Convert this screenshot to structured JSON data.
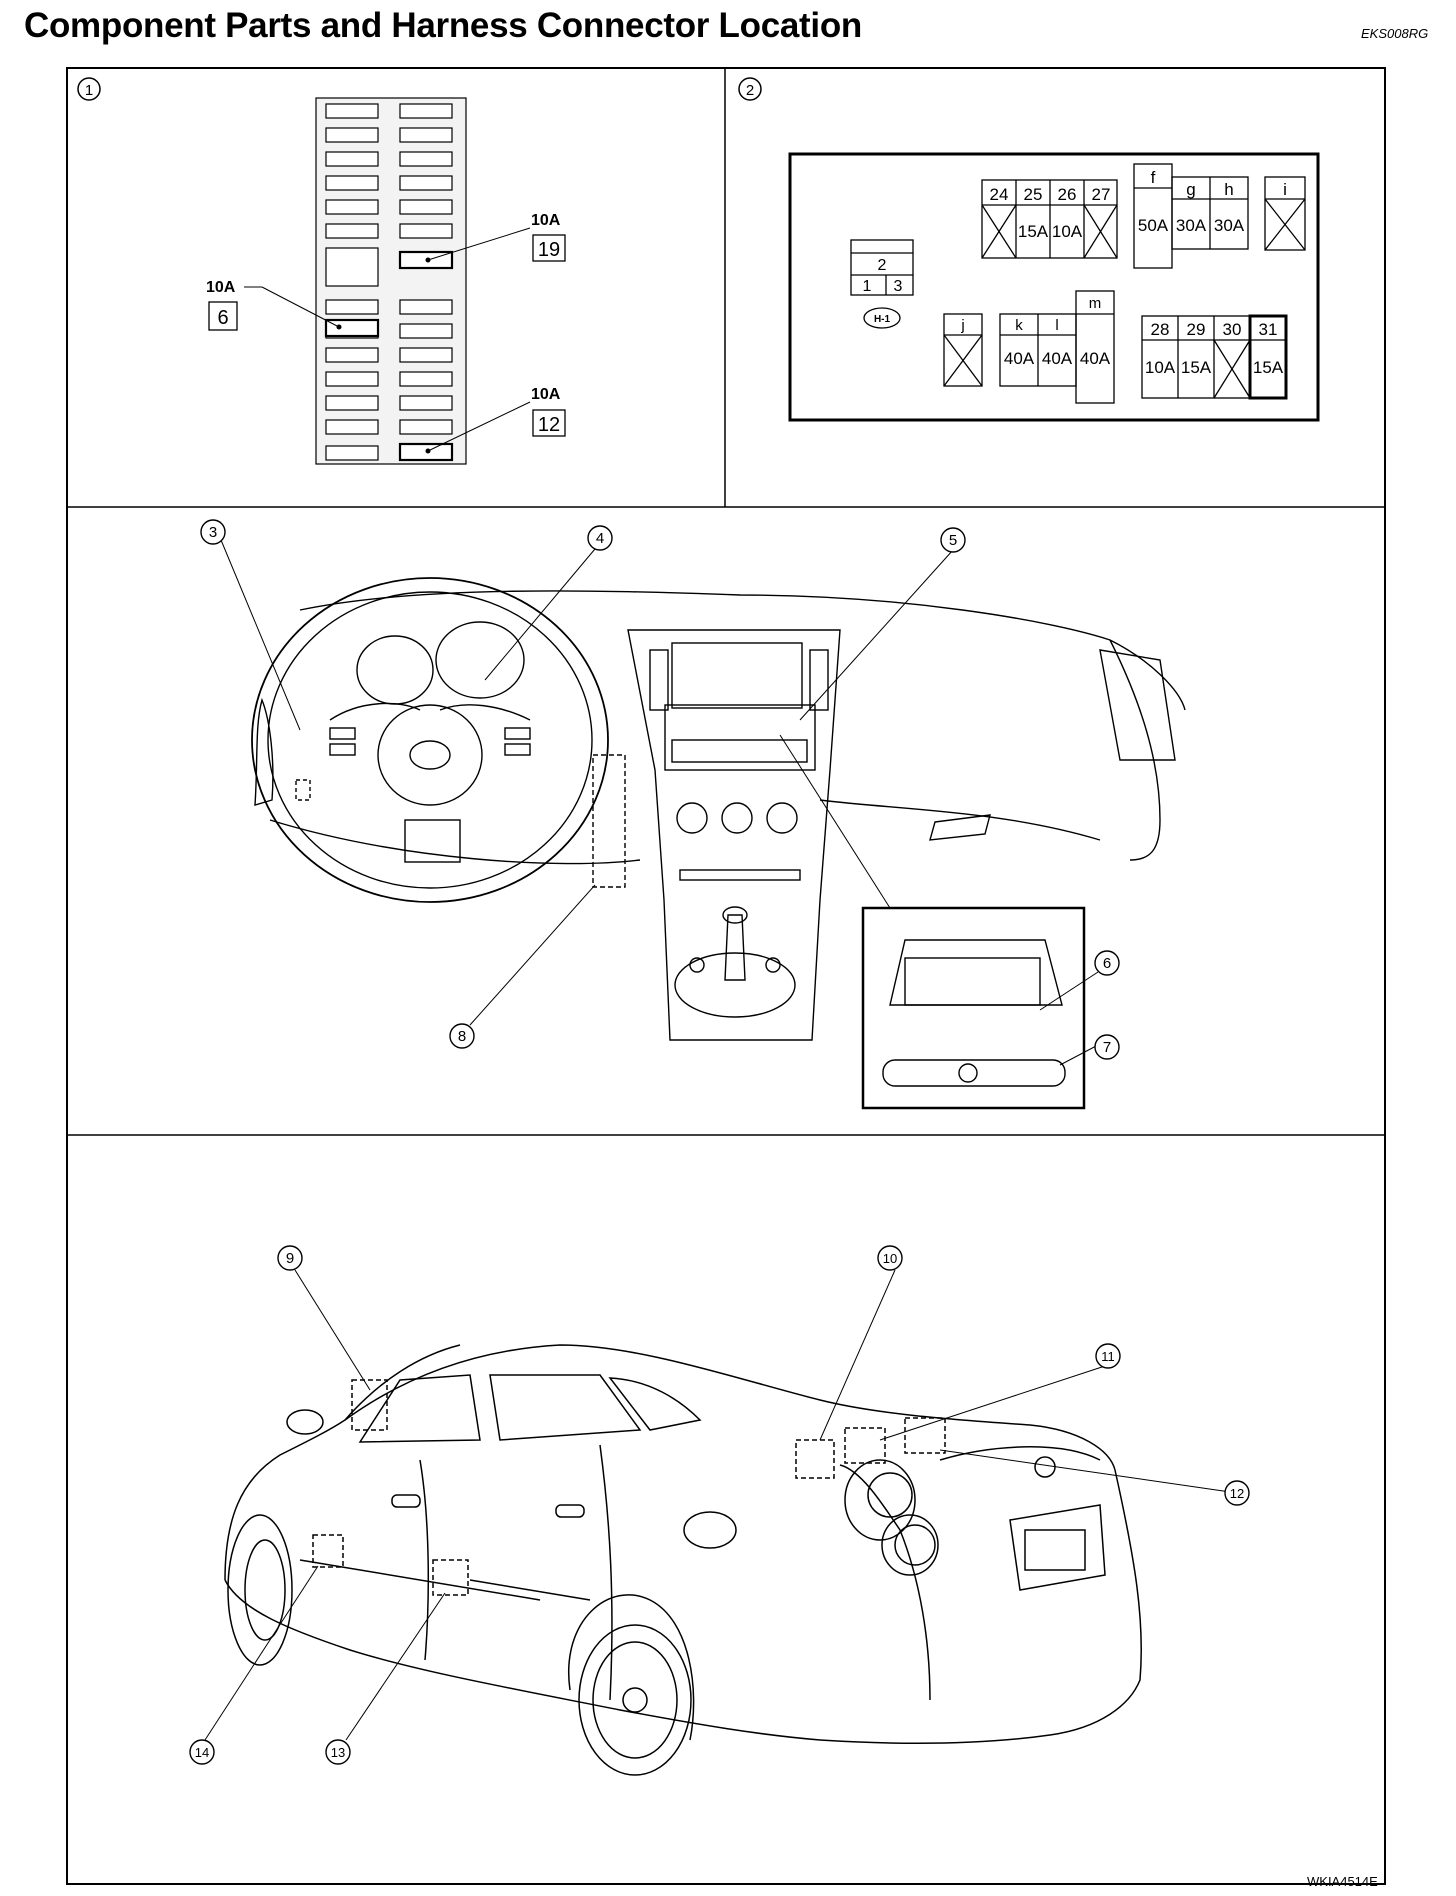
{
  "page": {
    "title": "Component Parts and Harness Connector Location",
    "doc_code": "EKS008RG",
    "figure_code": "WKIA4514E"
  },
  "panel1": {
    "number": "1",
    "callouts": [
      {
        "amp": "10A",
        "fuse": "19"
      },
      {
        "amp": "10A",
        "fuse": "6"
      },
      {
        "amp": "10A",
        "fuse": "12"
      }
    ]
  },
  "panel2": {
    "number": "2",
    "relay": {
      "top": "2",
      "left": "1",
      "right": "3",
      "connector": "H-1"
    },
    "fuse_group_a": {
      "numbers": [
        "24",
        "25",
        "26",
        "27"
      ],
      "ratings": [
        "",
        "15A",
        "10A",
        ""
      ]
    },
    "fuse_group_fgh": {
      "letters": [
        "f",
        "g",
        "h"
      ],
      "ratings": [
        "50A",
        "30A",
        "30A"
      ]
    },
    "fuse_i": {
      "letter": "i"
    },
    "fuse_j": {
      "letter": "j"
    },
    "fuse_group_klm": {
      "letters": [
        "k",
        "l",
        "m"
      ],
      "ratings": [
        "40A",
        "40A",
        "40A"
      ]
    },
    "fuse_group_b": {
      "numbers": [
        "28",
        "29",
        "30",
        "31"
      ],
      "ratings": [
        "10A",
        "15A",
        "",
        "15A"
      ]
    }
  },
  "panel3": {
    "callouts": [
      "3",
      "4",
      "5",
      "6",
      "7",
      "8"
    ]
  },
  "panel4": {
    "callouts": [
      "9",
      "10",
      "11",
      "12",
      "13",
      "14"
    ]
  }
}
